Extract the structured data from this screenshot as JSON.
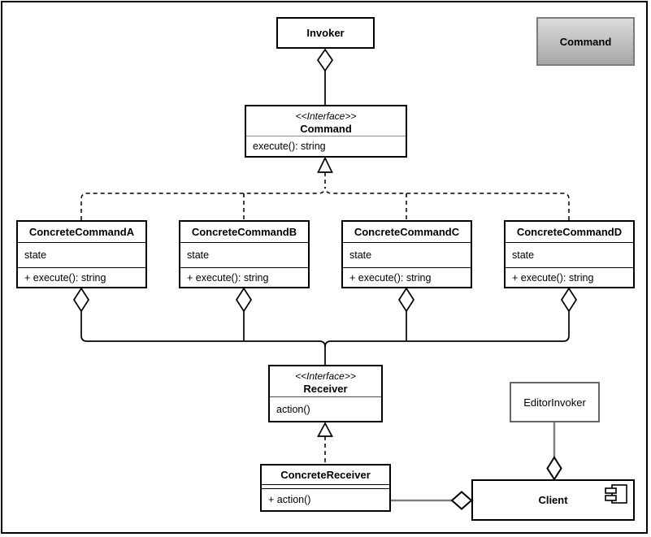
{
  "diagram": {
    "invoker": {
      "name": "Invoker"
    },
    "command_component": {
      "label": "Command"
    },
    "command_interface": {
      "stereotype": "<<Interface>>",
      "name": "Command",
      "methods": [
        "execute(): string"
      ]
    },
    "concrete_commands": [
      {
        "name": "ConcreteCommandA",
        "attributes": [
          "state"
        ],
        "methods": [
          "+ execute(): string"
        ]
      },
      {
        "name": "ConcreteCommandB",
        "attributes": [
          "state"
        ],
        "methods": [
          "+ execute(): string"
        ]
      },
      {
        "name": "ConcreteCommandC",
        "attributes": [
          "state"
        ],
        "methods": [
          "+ execute(): string"
        ]
      },
      {
        "name": "ConcreteCommandD",
        "attributes": [
          "state"
        ],
        "methods": [
          "+ execute(): string"
        ]
      }
    ],
    "receiver_interface": {
      "stereotype": "<<Interface>>",
      "name": "Receiver",
      "methods": [
        "action()"
      ]
    },
    "concrete_receiver": {
      "name": "ConcreteReceiver",
      "methods": [
        "+ action()"
      ]
    },
    "editor_invoker": {
      "name": "EditorInvoker"
    },
    "client": {
      "name": "Client"
    }
  },
  "icons": {
    "client_badge": "uml-component-icon"
  },
  "colors": {
    "line": "#000000",
    "muted_line": "#808080",
    "interface_separator": "#8c8c8c",
    "component_fill_top": "#dcdcdc",
    "component_fill_bottom": "#a6a6a6",
    "component_border": "#7b7b7b",
    "editor_invoker_border": "#666666",
    "background": "#ffffff"
  }
}
